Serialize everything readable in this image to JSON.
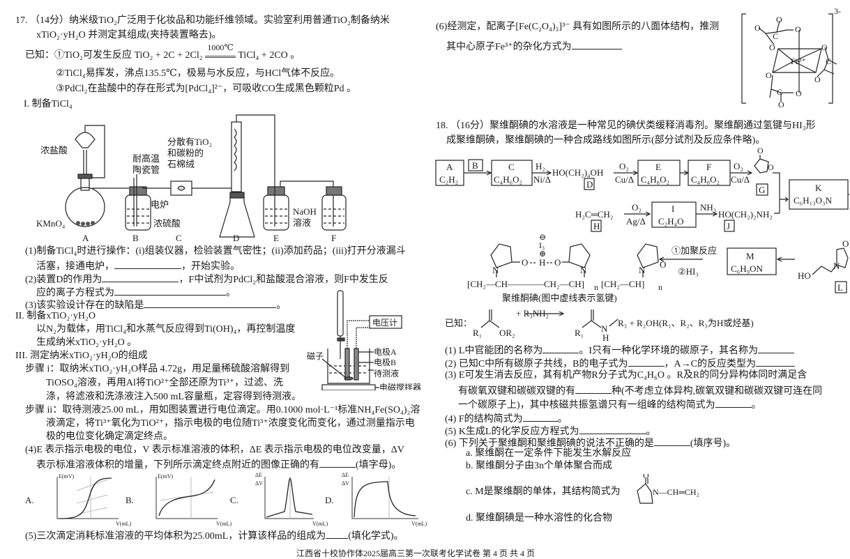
{
  "q17": {
    "title_line1": "17. （14分）纳米级TiO₂广泛用于化妆品和功能纤维领域。实验室利用普通TiO₂制备纳米",
    "title_line2": "xTiO₂·yH₂O 并测定其组成(夹持装置略去)。",
    "known1_prefix": "已知：①TiO₂可发生反应  TiO₂ + 2C + 2Cl₂",
    "known1_condition": "1000℃",
    "known1_suffix": "TiCl₄ + 2CO 。",
    "known2": "②TiCl₄易挥发，沸点135.5℃，极易与水反应，与HCl气体不反应。",
    "known3": "③PdCl₂在盐酸中的存在形式为[PdCl₄]²⁻，可吸收CO生成黑色颗粒Pd 。",
    "part1_heading": "I.  制备TiCl₄",
    "apparatus": {
      "label_hcl": "浓盐酸",
      "label_kmno4": "KMnO₄",
      "label_tube1": "耐高温",
      "label_tube2": "陶瓷管",
      "label_fiber1": "分散有TiO₂",
      "label_fiber2": "和碳粉的",
      "label_fiber3": "石棉绒",
      "label_furnace": "电炉",
      "label_h2so4": "浓硫酸",
      "label_naoh1": "NaOH",
      "label_naoh2": "溶液",
      "letters": [
        "A",
        "B",
        "C",
        "D",
        "E",
        "F"
      ]
    },
    "q1_line1": "(1)制备TiCl₄时进行操作：(i)组装仪器，检验装置气密性；(ii)添加药品；(iii)打开分液漏斗",
    "q1_line2a": "活塞，接通电炉，",
    "q1_line2b": "，开始实验。",
    "q2_line1a": "(2)装置D的作用为",
    "q2_line1b": "，F中试剂为PdCl₂和盐酸混合溶液，则F中发生反",
    "q2_line2": "应的离子方程式为",
    "q2_end": "。",
    "q3": "(3)该实验设计存在的缺陷是",
    "q3_end": "。",
    "part2_heading": "II.  制备xTiO₂·yH₂O",
    "part2_line1": "以N₂为载体，用TiCl₄和水蒸气反应得到Ti(OH)₄，再控制温度",
    "part2_line2": "生成纳米xTiO₂·yH₂O 。",
    "titration": {
      "voltmeter": "电压计",
      "electrode_a": "电极A",
      "electrode_b": "电极B",
      "stirbar": "磁子",
      "solution": "待测液",
      "stirrer": "电磁搅拌器"
    },
    "part3_heading": "III.  测定纳米xTiO₂·yH₂O的组成",
    "step1_line1": "步骤 i：取纳米xTiO₂·yH₂O样品 4.72g，用足量稀硫酸溶解得到",
    "step1_line2": "TiOSO₄溶液，再用Al将TiO²⁺全部还原为Ti³⁺，过滤、洗",
    "step1_line3": "涤，将滤液和洗涤液注入500 mL容量瓶，定容得到待测液。",
    "step2_line1": "步骤 ii：取待测液25.00 mL，用如图装置进行电位滴定。用0.1000 mol·L⁻¹标准NH₄Fe(SO₄)₂溶",
    "step2_line2": "液滴定，将Ti³⁺氧化为TiO²⁺，指示电极的电位随Ti³⁺浓度变化而变化，通过测量指示电",
    "step2_line3": "极的电位变化确定滴定终点。",
    "q4_line1": "(4)E 表示指示电极的电位，V 表示标准溶液的体积，ΔE 表示指示电极的电位改变量，ΔV",
    "q4_line2a": "表示标准溶液体积的增量，下列所示滴定终点附近的图像正确的有",
    "q4_line2b": "(填字母)。",
    "graphs": [
      {
        "letter": "A.",
        "ylabel": "E(mV)",
        "xlabel": "V(mL)"
      },
      {
        "letter": "B.",
        "ylabel": "E(mV)",
        "xlabel": "V(mL)"
      },
      {
        "letter": "C.",
        "ylabel_top": "ΔE",
        "ylabel_bottom": "ΔV",
        "xlabel": "V(mL)"
      },
      {
        "letter": "D.",
        "ylabel_top": "ΔE",
        "ylabel_bottom": "ΔV",
        "xlabel": "V(mL)"
      }
    ],
    "q5a": "(5)三次滴定消耗标准溶液的平均体积为25.00mL，计算该样品的组成为",
    "q5b": "(填化学式)。",
    "q6_line1": "(6)经测定，配离子[Fe(C₂O₄)₃]³⁻ 具有如图所示的八面体结构，推测",
    "q6_line2": "其中心原子Fe³⁺的杂化方式为",
    "complex": {
      "charge": "3-",
      "center": "Fe³⁺",
      "o": "O",
      "c": "C"
    }
  },
  "q18": {
    "title_line1": "18.  （16分）聚维酮碘的水溶液是一种常见的碘伏类缓释消毒剂。聚维酮通过氢键与HI₃形",
    "title_line2": "成聚维酮碘，聚维酮碘的一种合成路线如图所示(部分试剂及反应条件略)。",
    "scheme": {
      "A": "A",
      "A_formula": "C₂H₂",
      "B": "B",
      "C": "C",
      "C_formula": "C₄H₆O₂",
      "h2": "H₂",
      "ni": "Ni/Δ",
      "D_formula": "HO(CH₂)₄OH",
      "D": "D",
      "o2": "O₂",
      "cu": "Cu/Δ",
      "E": "E",
      "E_formula": "C₄H₈O₂",
      "F": "F",
      "F_formula": "C₄H₈O₂",
      "G": "G",
      "ring_o": "O",
      "K": "K",
      "K_formula": "C₆H₁₃O₃N",
      "H_formula": "H₂C═CH₂",
      "H": "H",
      "ag": "Ag/Δ",
      "I": "I",
      "I_formula": "C₂H₄O",
      "nh3": "NH₃",
      "J_formula": "HO(CH₂)₂NH₂",
      "J": "J",
      "step1": "①加聚反应",
      "step2": "②HI₃",
      "M": "M",
      "M_formula": "C₆H₉ON",
      "L": "L",
      "L_ho": "HO",
      "n_atom": "N",
      "i3": "I₃",
      "minus": "⊖",
      "plus": "⊕",
      "h_atom": "H",
      "chain1": "[CH₂—CH————CH₂—CH]",
      "chain2": "[CH₂—CH]",
      "n": "n",
      "polymer_caption": "聚维酮碘(图中虚线表示氢键)"
    },
    "known_label": "已知：",
    "known_r1": "R₁",
    "known_or2": "OR₂",
    "known_plus": "+ R₃NH₂",
    "known_n": "N",
    "known_h": "H",
    "known_product": "R₃ + R₂OH(R₁、R₂、R₃为H或烃基)",
    "q1a": "(1) L中官能团的名称为",
    "q1b": "。I只有一种化学环境的碳原子，其名称为",
    "q2a": "(2) 已知C中所有碳原子共线，B的电子式为",
    "q2b": "，A→C的反应类型为",
    "q3_line1": "(3) E可发生消去反应，其有机产物R分子式为C₄H₆O 。R及R的同分异构体同时满足含",
    "q3_line2a": "有碳氧双键和碳碳双键的有",
    "q3_line2b": "种(不考虑立体异构,碳氧双键和碳碳双键可连在同",
    "q3_line3a": "一个碳原子上)，其中核磁共振氢谱只有一组峰的结构简式为",
    "q3_line3b": "。",
    "q4a": "(4) F的结构简式为",
    "q4b": "。",
    "q5a": "(5) K生成L的化学反应方程式为",
    "q5b": "。",
    "q6a": "(6) 下列关于聚维酮和聚维酮碘的说法不正确的是",
    "q6b": "(填序号)。",
    "opt_a": "a.  聚维酮在一定条件下能发生水解反应",
    "opt_b": "b.  聚维酮分子由3n个单体聚合而成",
    "opt_c": "c.  M是聚维酮的单体，其结构简式为",
    "opt_c_struct": "N—CH═CH₂",
    "opt_d": "d.  聚维酮碘是一种水溶性的化合物"
  },
  "footer": "江西省十校协作体2025届高三第一次联考化学试卷  第 4 页  共 4 页"
}
